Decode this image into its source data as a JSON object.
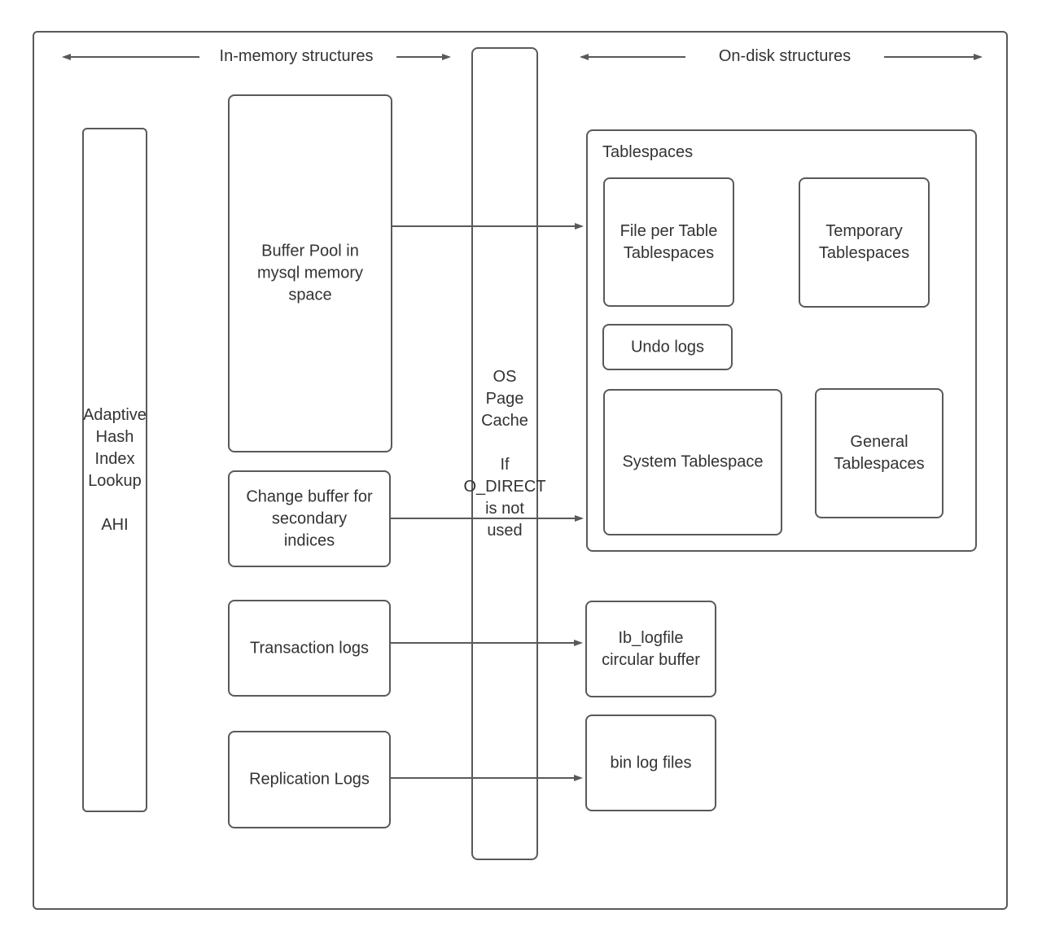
{
  "colors": {
    "stroke": "#595959",
    "text": "#333333",
    "background": "#ffffff"
  },
  "headers": {
    "in_memory": "In-memory structures",
    "on_disk": "On-disk structures"
  },
  "nodes": {
    "ahi": "Adaptive\nHash\nIndex\nLookup\n\nAHI",
    "buffer_pool": "Buffer Pool in\nmysql memory\nspace",
    "change_buffer": "Change buffer for\nsecondary\nindices",
    "transaction_logs": "Transaction logs",
    "replication_logs": "Replication Logs",
    "os_page_cache": "OS\nPage\nCache\n\nIf\nO_DIRECT\nis not\nused",
    "tablespaces": "Tablespaces",
    "file_per_table": "File per Table\nTablespaces",
    "temporary": "Temporary\nTablespaces",
    "undo_logs": "Undo logs",
    "system_tablespace": "System Tablespace",
    "general": "General\nTablespaces",
    "ib_logfile": "Ib_logfile\ncircular buffer",
    "bin_log": "bin log files"
  }
}
